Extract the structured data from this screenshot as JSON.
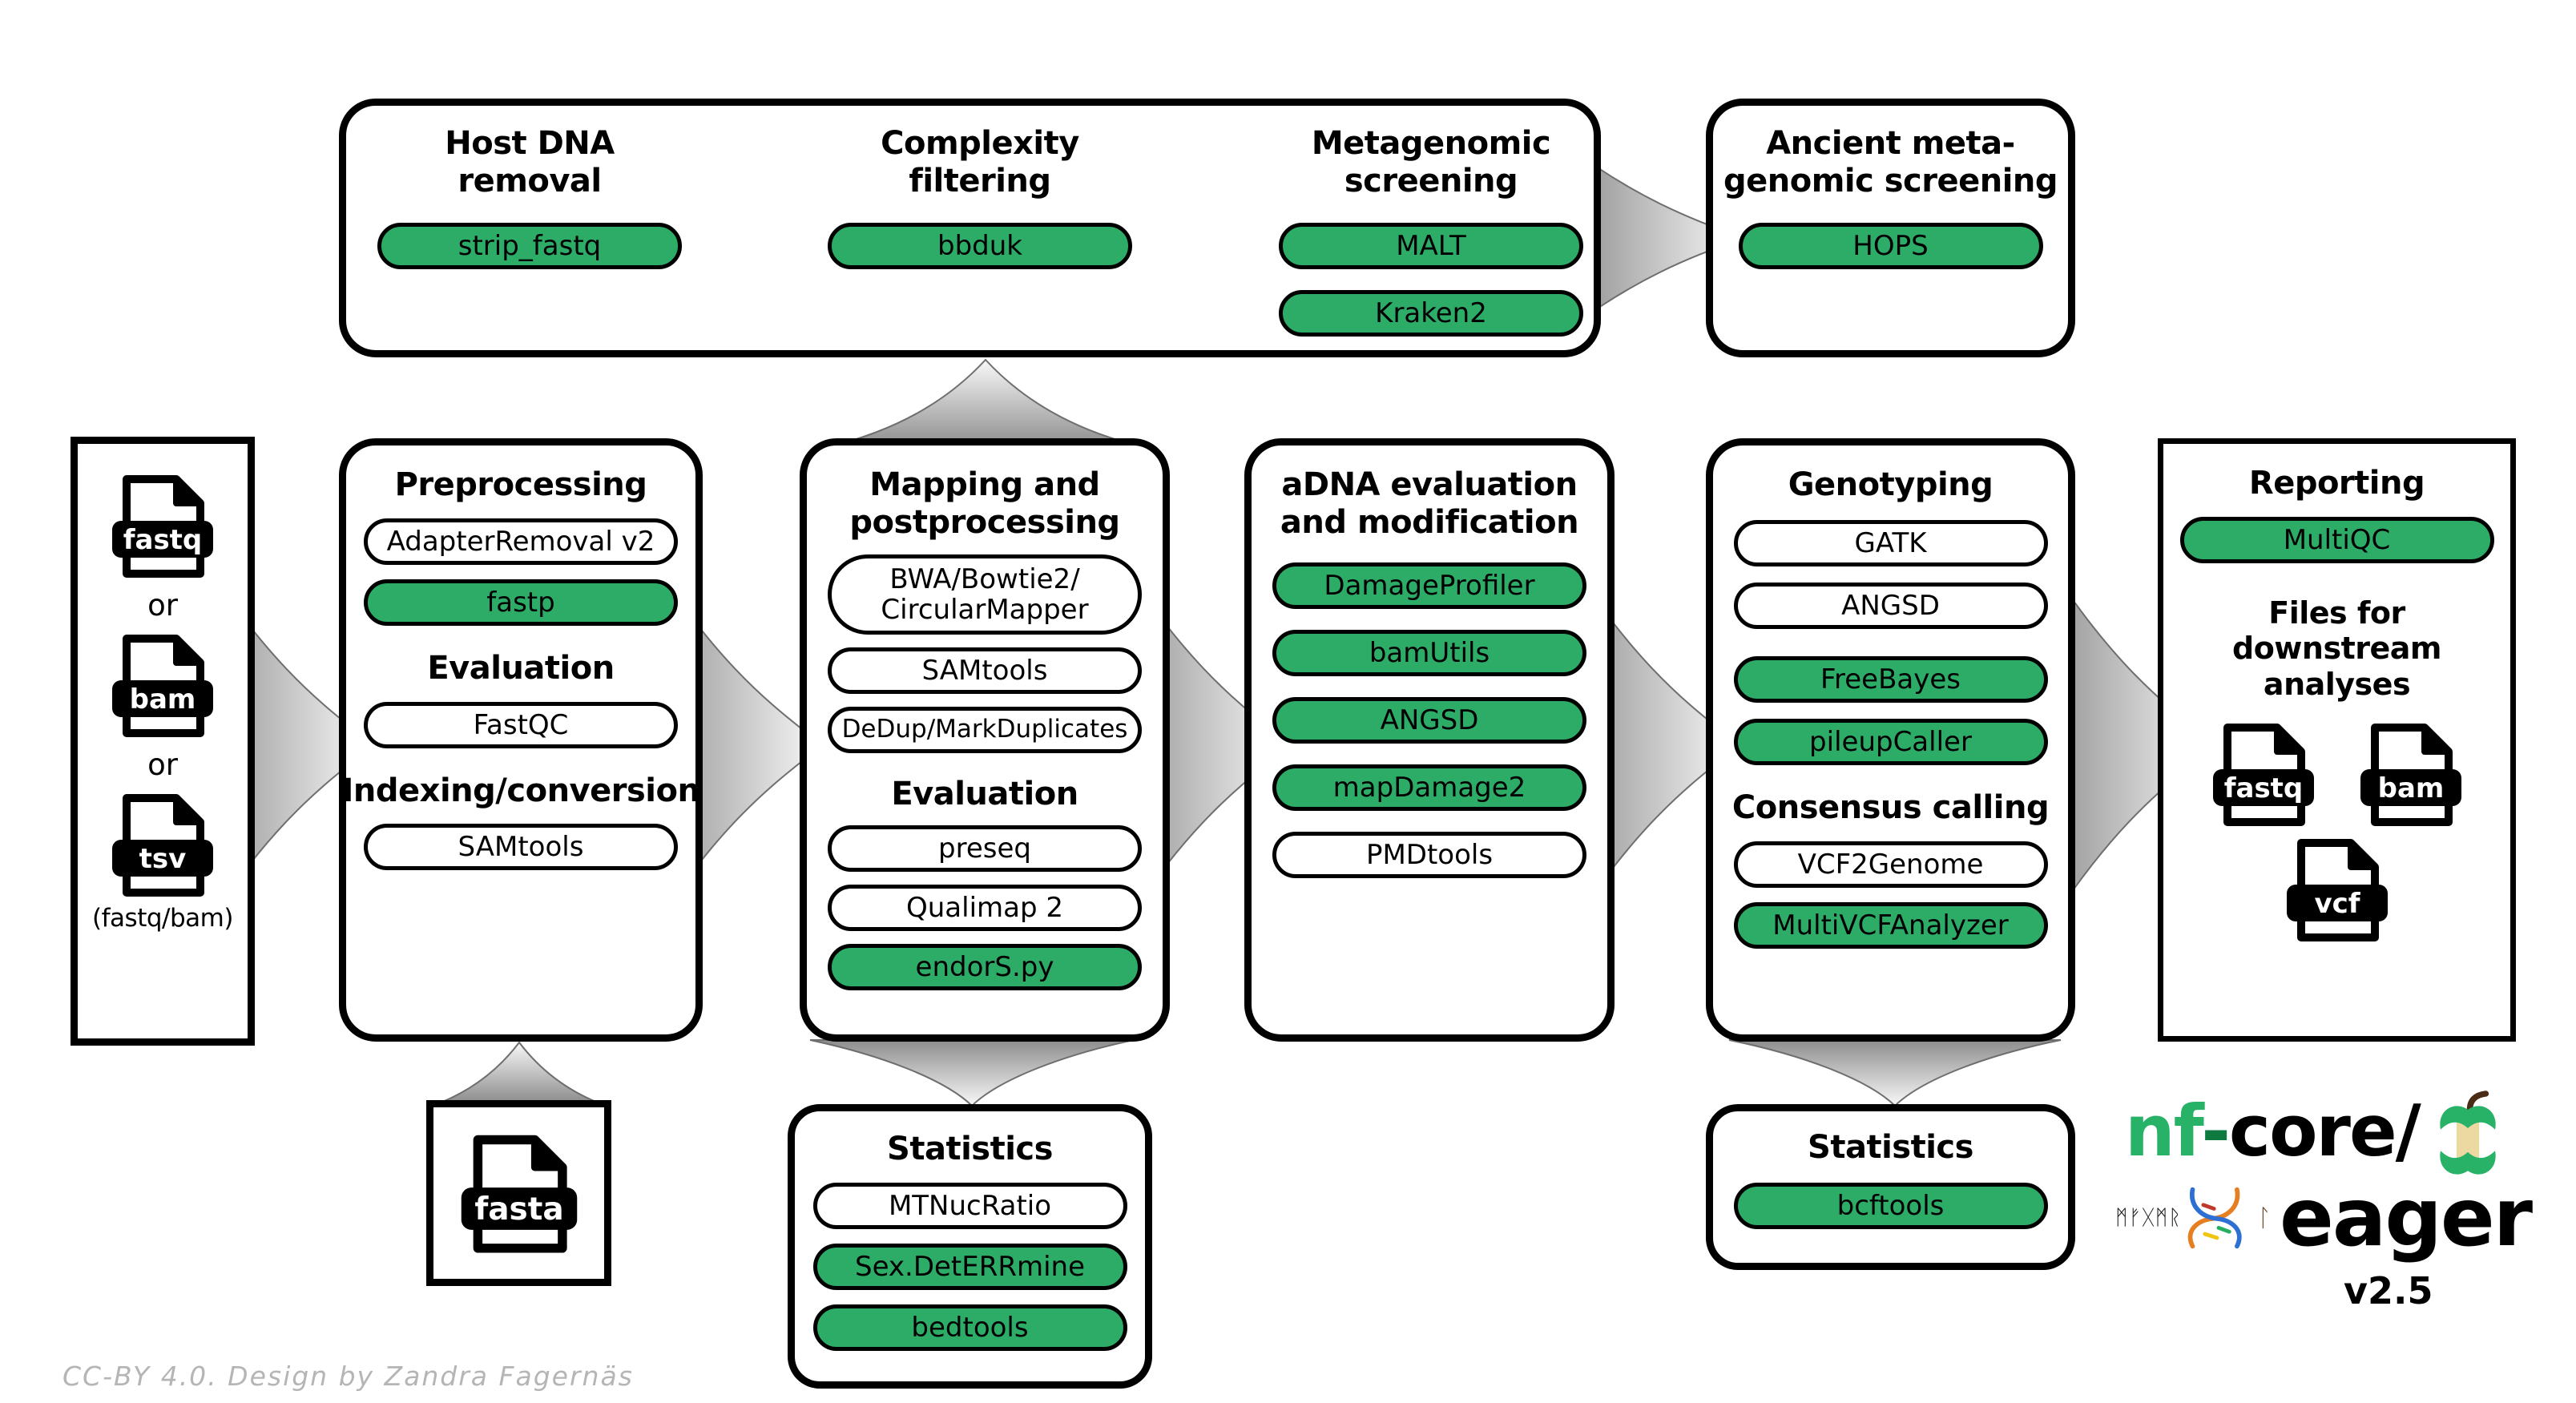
{
  "colors": {
    "green": "#2dac67",
    "arrow_gray": "#8d8d8d"
  },
  "top_box": {
    "groups": [
      {
        "heading_line1": "Host DNA",
        "heading_line2": "removal",
        "tools": [
          {
            "label": "strip_fastq",
            "variant": "green"
          }
        ]
      },
      {
        "heading_line1": "Complexity",
        "heading_line2": "filtering",
        "tools": [
          {
            "label": "bbduk",
            "variant": "green"
          }
        ]
      },
      {
        "heading_line1": "Metagenomic",
        "heading_line2": "screening",
        "tools": [
          {
            "label": "MALT",
            "variant": "green"
          },
          {
            "label": "Kraken2",
            "variant": "green"
          }
        ]
      }
    ]
  },
  "ancient_box": {
    "heading_line1": "Ancient meta-",
    "heading_line2": "genomic screening",
    "tools": [
      {
        "label": "HOPS",
        "variant": "green"
      }
    ]
  },
  "input_box": {
    "file_labels": [
      "fastq",
      "bam",
      "tsv"
    ],
    "separator": "or",
    "caption": "(fastq/bam)"
  },
  "preprocessing_box": {
    "heading": "Preprocessing",
    "tools_main": [
      {
        "label": "AdapterRemoval v2",
        "variant": "white"
      },
      {
        "label": "fastp",
        "variant": "green"
      }
    ],
    "heading_evaluation": "Evaluation",
    "tools_evaluation": [
      {
        "label": "FastQC",
        "variant": "white"
      }
    ],
    "heading_indexing": "Indexing/conversion",
    "tools_indexing": [
      {
        "label": "SAMtools",
        "variant": "white"
      }
    ]
  },
  "mapping_box": {
    "heading_line1": "Mapping and",
    "heading_line2": "postprocessing",
    "tools_main": [
      {
        "label_line1": "BWA/Bowtie2/",
        "label_line2": "CircularMapper",
        "variant": "white"
      },
      {
        "label": "SAMtools",
        "variant": "white"
      },
      {
        "label": "DeDup/MarkDuplicates",
        "variant": "white"
      }
    ],
    "heading_evaluation": "Evaluation",
    "tools_evaluation": [
      {
        "label": "preseq",
        "variant": "white"
      },
      {
        "label": "Qualimap 2",
        "variant": "white"
      },
      {
        "label": "endorS.py",
        "variant": "green"
      }
    ]
  },
  "adna_box": {
    "heading_line1": "aDNA evaluation",
    "heading_line2": "and modification",
    "tools": [
      {
        "label": "DamageProfiler",
        "variant": "green"
      },
      {
        "label": "bamUtils",
        "variant": "green"
      },
      {
        "label": "ANGSD",
        "variant": "green"
      },
      {
        "label": "mapDamage2",
        "variant": "green"
      },
      {
        "label": "PMDtools",
        "variant": "white"
      }
    ]
  },
  "genotyping_box": {
    "heading": "Genotyping",
    "tools_main": [
      {
        "label": "GATK",
        "variant": "white"
      },
      {
        "label": "ANGSD",
        "variant": "white"
      },
      {
        "label": "FreeBayes",
        "variant": "green"
      },
      {
        "label": "pileupCaller",
        "variant": "green"
      }
    ],
    "heading_consensus": "Consensus calling",
    "tools_consensus": [
      {
        "label": "VCF2Genome",
        "variant": "white"
      },
      {
        "label": "MultiVCFAnalyzer",
        "variant": "green"
      }
    ]
  },
  "reporting_box": {
    "heading": "Reporting",
    "tools": [
      {
        "label": "MultiQC",
        "variant": "green"
      }
    ],
    "files_heading_line1": "Files for downstream",
    "files_heading_line2": "analyses",
    "file_labels": [
      "fastq",
      "bam",
      "vcf"
    ]
  },
  "fasta_box": {
    "file_label": "fasta"
  },
  "statistics_mapping_box": {
    "heading": "Statistics",
    "tools": [
      {
        "label": "MTNucRatio",
        "variant": "white"
      },
      {
        "label": "Sex.DetERRmine",
        "variant": "green"
      },
      {
        "label": "bedtools",
        "variant": "green"
      }
    ]
  },
  "statistics_genotyping_box": {
    "heading": "Statistics",
    "tools": [
      {
        "label": "bcftools",
        "variant": "green"
      }
    ]
  },
  "logo": {
    "nf": "nf",
    "hyphen": "-",
    "core": "core/",
    "eager": "eager",
    "version": "v2.5",
    "runes_left": "ᛗᚠᚷᛗᚱ",
    "rune_right": "ᛚ"
  },
  "footer": {
    "credit": "CC-BY 4.0. Design by Zandra Fagernäs"
  }
}
